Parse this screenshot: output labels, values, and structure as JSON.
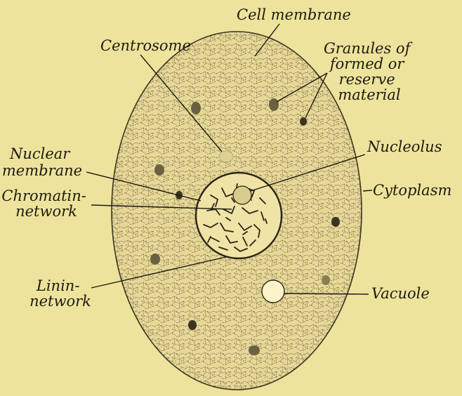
{
  "labels": {
    "cell_membrane": "Cell membrane",
    "centrosome": "Centrosome",
    "granules": [
      "Granules of",
      "formed or",
      "reserve",
      "material"
    ],
    "nuclear_membrane": [
      "Nuclear",
      "membrane"
    ],
    "nucleolus": "Nucleolus",
    "cytoplasm": "Cytoplasm",
    "chromatin_network": [
      "Chromatin-",
      "network"
    ],
    "linin_network": [
      "Linin-",
      "network"
    ],
    "vacuole": "Vacuole"
  },
  "colors": {
    "background": "#eee39c",
    "cytoplasm_fill": "#e6d898",
    "ink": "#1c1a12",
    "vacuole_fill": "#faf4c8"
  }
}
